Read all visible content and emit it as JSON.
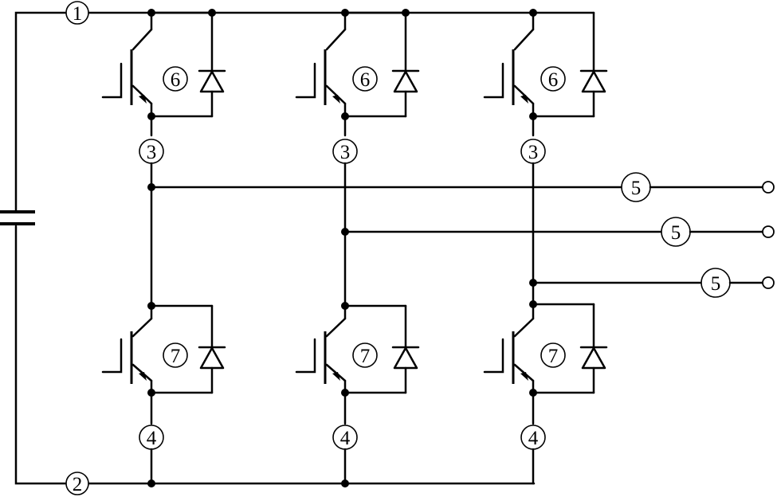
{
  "labels": {
    "dc_positive": "1",
    "dc_negative": "2",
    "upper_node": "3",
    "lower_node": "4",
    "ac_output": "5",
    "upper_switch": "6",
    "lower_switch": "7"
  },
  "phases": [
    {
      "upper_node": "3",
      "lower_node": "4",
      "upper_switch": "6",
      "lower_switch": "7",
      "ac_output": "5"
    },
    {
      "upper_node": "3",
      "lower_node": "4",
      "upper_switch": "6",
      "lower_switch": "7",
      "ac_output": "5"
    },
    {
      "upper_node": "3",
      "lower_node": "4",
      "upper_switch": "6",
      "lower_switch": "7",
      "ac_output": "5"
    }
  ]
}
